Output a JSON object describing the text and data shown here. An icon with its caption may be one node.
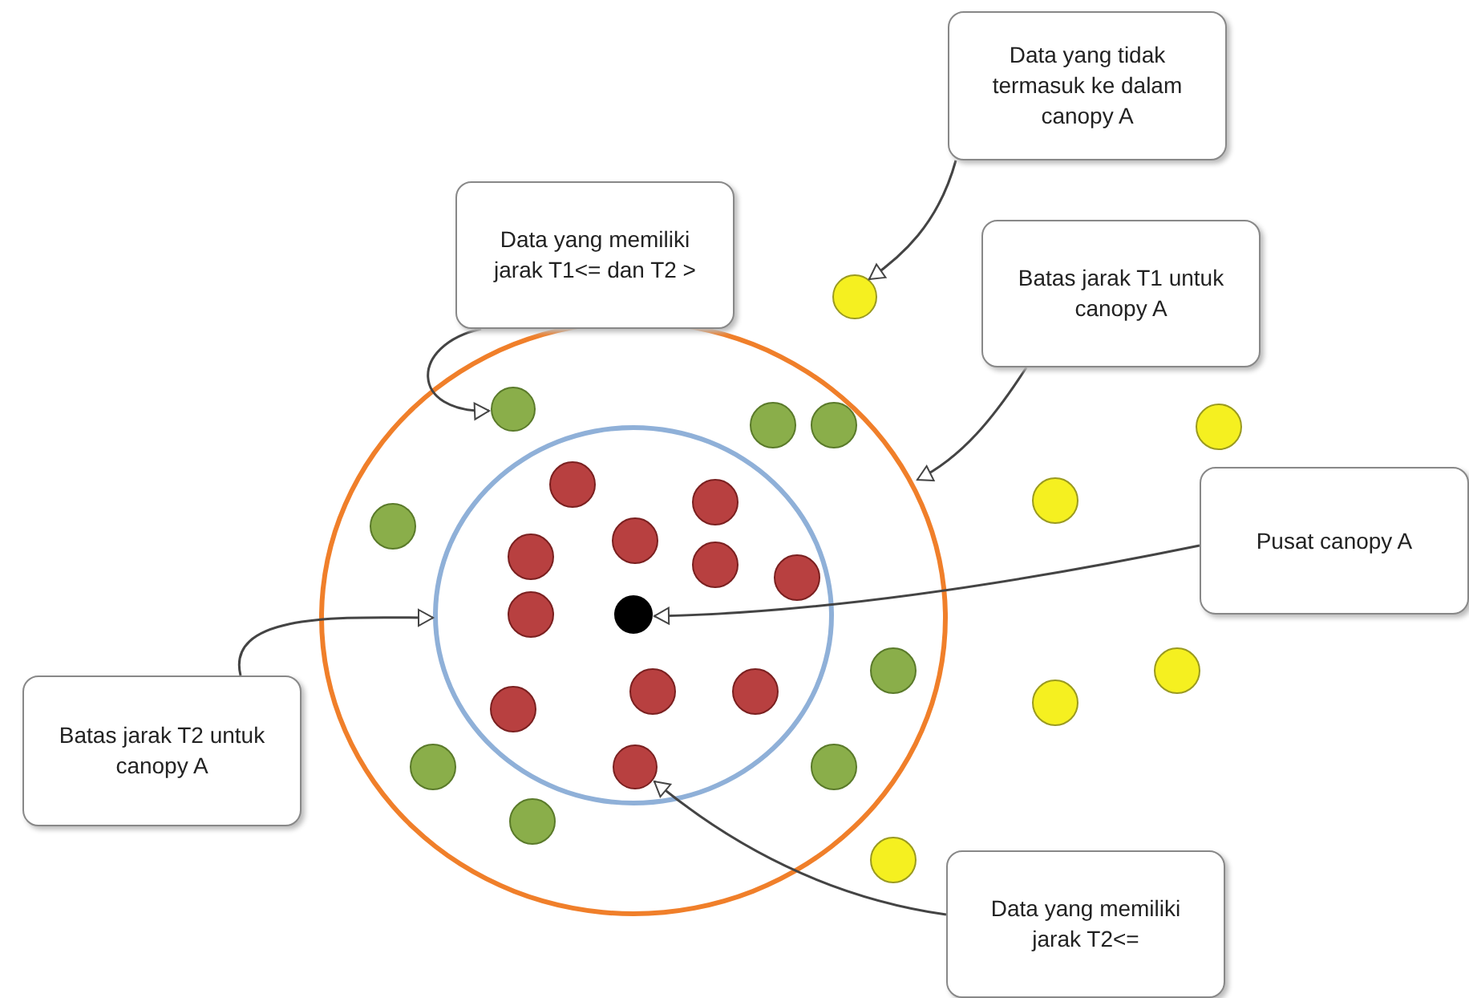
{
  "diagram": {
    "nodes": [
      {
        "text": [
          "Data yang memiliki jarak T1<= dan T2 >"
        ]
      },
      {
        "text": [
          "Data yang tidak termasuk ke dalam canopy A"
        ]
      },
      {
        "text": [
          "Batas jarak T1 untuk canopy A"
        ]
      },
      {
        "text": [
          "Pusat canopy A"
        ]
      },
      {
        "text": [
          "Batas jarak T2 untuk canopy A"
        ]
      },
      {
        "text": [
          "Data yang memiliki jarak T2<="
        ]
      },
      {
        "text": [],
        "shape": "circle"
      },
      {
        "text": [],
        "shape": "circle",
        "in": 6
      },
      {
        "text": [],
        "shape": "circle",
        "in": 6
      },
      {
        "text": [],
        "shape": "circle"
      },
      {
        "text": [],
        "shape": "circle",
        "in": 7
      },
      {
        "text": [],
        "shape": "circle",
        "in": 7
      }
    ],
    "edges": [
      {
        "from": 0,
        "to": 8,
        "arrow": "to"
      },
      {
        "from": 1,
        "to": 9,
        "arrow": "to"
      },
      {
        "from": 2,
        "to": 6,
        "arrow": "to"
      },
      {
        "from": 3,
        "to": 10,
        "arrow": "to"
      },
      {
        "from": 4,
        "to": 7,
        "arrow": "to"
      },
      {
        "from": 5,
        "to": 11,
        "arrow": "to"
      }
    ]
  }
}
